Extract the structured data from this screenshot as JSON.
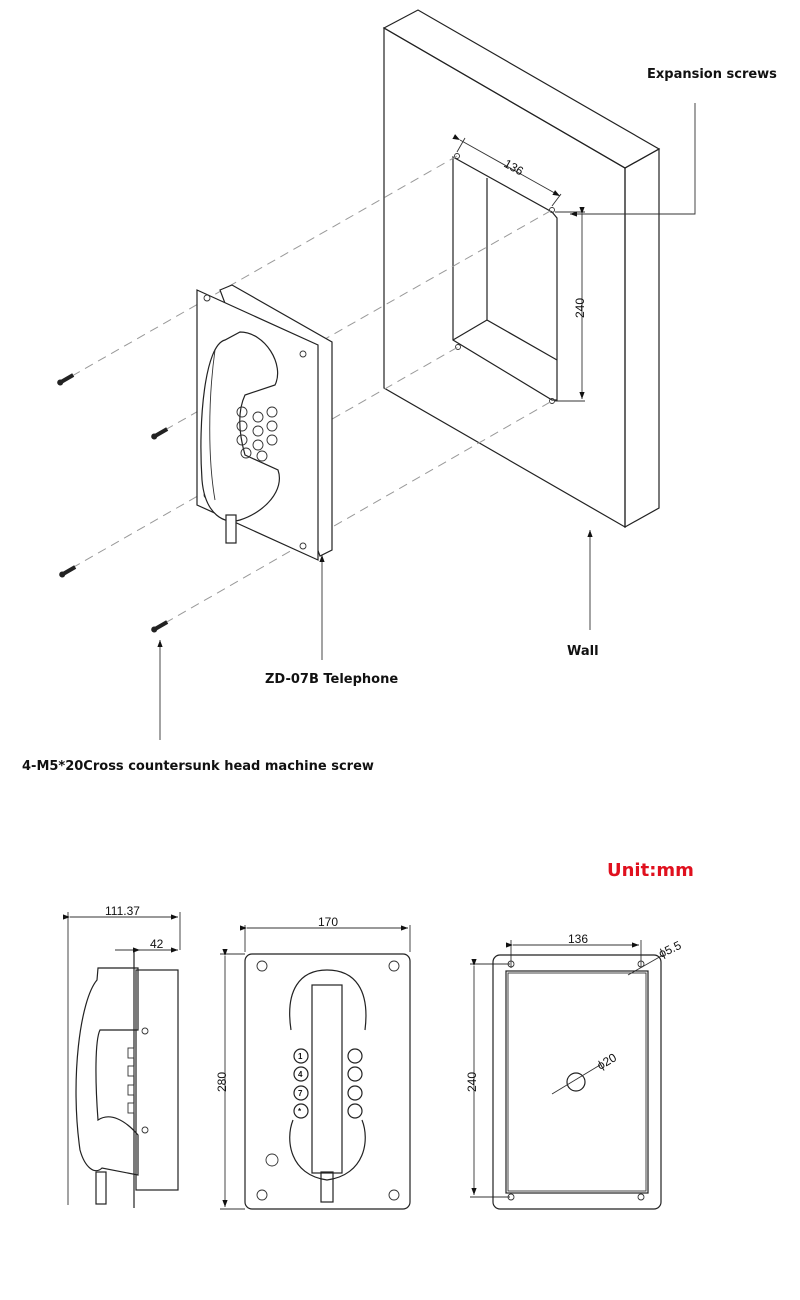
{
  "labels": {
    "expansion_screws": "Expansion screws",
    "wall": "Wall",
    "telephone": "ZD-07B Telephone",
    "screw": "4-M5*20Cross countersunk head machine screw",
    "unit": "Unit:mm"
  },
  "iso_dims": {
    "width": "136",
    "height": "240"
  },
  "side_view": {
    "depth_total": "111.37",
    "depth_box": "42"
  },
  "front_view": {
    "width": "170",
    "height": "280",
    "keys": [
      "1",
      "4",
      "7",
      "*"
    ]
  },
  "back_view": {
    "hole_spacing": "136",
    "hole_dia": "ϕ5.5",
    "height": "240",
    "cable_hole": "ϕ20"
  },
  "colors": {
    "unit": "#e0101e",
    "line": "#222222"
  }
}
